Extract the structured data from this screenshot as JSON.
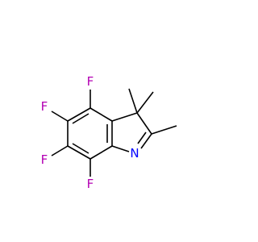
{
  "molecule": {
    "atoms": {
      "F4": {
        "symbol": "F",
        "color": "#b300b3"
      },
      "F5": {
        "symbol": "F",
        "color": "#b300b3"
      },
      "F6": {
        "symbol": "F",
        "color": "#b300b3"
      },
      "F7": {
        "symbol": "F",
        "color": "#b300b3"
      },
      "N1": {
        "symbol": "N",
        "color": "#0000ff"
      }
    }
  }
}
